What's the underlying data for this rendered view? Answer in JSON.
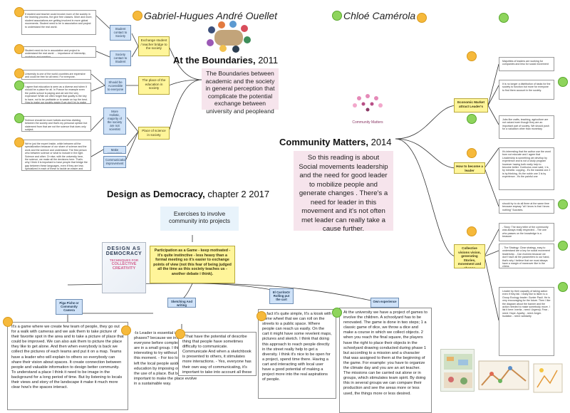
{
  "authors": {
    "author1": "Gabriel-Hugues André Ouellet",
    "author2": "Chloé Camérola"
  },
  "boundaries": {
    "title": "At the Boundaries,",
    "year": "2011",
    "summary": "The Boundaries between academic and the society in general perception that complicate the potential exchange between university and peopleand",
    "nodes": {
      "exchange": "Exchange student / teacher bridge to the society",
      "place_education": "The place of the education in society",
      "place_science": "Place of science in society",
      "make_connection": "Make connection",
      "communication": "Communication improvement"
    },
    "blue": {
      "student_contact": "Student contact to Society",
      "society_contact": "Society contact to Student",
      "accessible": "Should be Accessible to everyone",
      "holistic": "More Holistic, majority of the society are not scientist"
    },
    "notes": {
      "n1": "If student and teacher could involve more of the society in the learning process, the give free classes. More and more, student associations are getting involved in more global movements. Student need to be in association and project to understand the real world.",
      "n2": "Student need do be in association and project to understand the real world → importance of internship, workshop and meeting",
      "n3": "University is one of the world countries are expensive and could be free for all need. For everyone.",
      "n4": "I agree that education is seen as a diverse and when it should be a place for all. In France for example even the public school is paying and we see the very expensive! While we often forget that quality is the key to have, not to be profitable or to waste on top the best. How to make our society easier if we don't try to make it more open to everyone learn?",
      "n5": "Science should be more holistic and less dividing between the society and that's my personal opinion but statement from that are not the science that does only subject.",
      "n6": "We're just the expert inside, while between all the specialization because of our share of science and the work and the science and understand. The first person who between science or what to include in the right. Science and other. Or else; with the university here, the science, we make all the decisions here. That's why I think it is important to have people that bridge the gap between these languages, even if they are less specialized in each of these to tackle an easier and understandable way for the society, the real or a group project that goes often by the time to do and point it in common."
    }
  },
  "community": {
    "title": "Community Matters,",
    "year": "2014",
    "logo_text": "Community Matters",
    "summary": "So this reading is about Social movements leadership and the need for good leader to mobilize people and generate changes . There's a need for leader in this movement and it's not often met leader can really take a cause further.",
    "nodes": {
      "economic": "Economic Market attract Leader's",
      "how_leader": "How to become a leader",
      "collective": "Collective visions vision, generating Stories, movement and change"
    },
    "notes": {
      "c1": "Majorities of leaders are working for companies and less for social movement",
      "c2": "It is no longer a distribution of tasks for the society to function but more for everyone to find them account in the society.",
      "c3": "Jobs like crafts, teaching, agriculture are not valued even though they are an important part of society. We should push for a valuation other than monetary.",
      "c4": "It's interesting that the author use the word born not educate and I agree that Leadership is something we develop by experience and is not a study program however having both really help to become better. Confucius once said; 1 is by mimetic: copying - it's the easiest one 2 is by thinking, it's the noble one 3 is by experience - it's the painful one",
      "c5": "should try to do all three at the same time because anyway \"all I know is that I know nothing\" Socrates.",
      "c6": "- Story: The story teller of the community was always really respected. - The one who passes on the knowledge is a treasure",
      "c7": "- The Strategy: Clear strategy, easy to understand are a key for social movement leadership. - Can evolves because we don't have all the parameters to our hand, that's why I believe that we must always have a margin of maneuver like in the chess.",
      "c8": "Leader by their capacity of taking action even if they fail. I really like to listen to a Group Ecology leader: Gunter Pauli. He is very encouraging for the future. Then I like the diagram about the banner and the action needed to make somebody move. I list it here: Inertia - need: Urgency. Fear - need: Hope. Apathy - need: Anger. Isolation - need: solidarity"
    }
  },
  "democracy": {
    "title": "Design as Democracy,",
    "chapter": "chapter 2 2017",
    "exercises": "Exercises to involve community into projects",
    "center": "Participation as a Game - keep motivated - it's quite instinctive - less heavy than a formal meeting so it's easier to exchange points of view (not this fear of being judged all the time as this society teaches us - another debate i think).",
    "cover": {
      "line1": "DESIGN AS",
      "line2": "DEMOCRACY",
      "line3": "TECHNIQUES FOR",
      "line4": "COLLECTIVE",
      "line5": "CREATIVITY"
    },
    "nodes": {
      "piga": "Piga Piche or Community Camera",
      "sketching": "Sketching And writing",
      "carrito": "El CarritoOr Rolling put the cart",
      "experience": "Own experience"
    },
    "texts": {
      "piga": "It's a game where we create few team of people, they go out for a walk with cameras and we ask them to take picture of their favorite spot in the area and to take a picture of place that could be improved. We can also ask them to picture the place they like to get alone. And then when everybody is back we collect the pictures of each teams and put it on a map. Teams have a leader who will explain to others so everybody can share their vision about spaces. It create connection between people and valuable information to design better community. To understand a place I think it need to be image in the background for a long period of time. But by listening to locals their views and story of the landscape it make it much more clear how's the spaces interact.",
      "leader": "-Is Leader is essential in these phases? because we invest everyone before complexity and we are in a small group. I think it can be interesting to try without a leader at this moment. - For too long we have left the local people aside in education by imposing our vision of the use of a place. But both are important to make the place evolve in a sustainable way.",
      "sketching": "- That have the potential of describe thing that people have sometimes difficulty to communicate. Communicate And when a sketchbook is presented to others, it stimulates more interactions. - Yes, everyone has their own way of communicating, it's important to take into account all these forms",
      "carrito": "In fact it's quite simple, It's a kiosk with some wheel that we can roll on the streets to a public space. Where people can reach us easily. On the cart it might have some revelent maps, pictures and sketch. I think that doing this approach to reach people directly in the street really help to get a diversity. I think it's nice to be open for a project, spend time there. Having a cart and interacting with local user have a good potential of making a project more into the real aspirations of people.",
      "experience": "At the university we have a project of games to involve the children. A schoolyard has to be renovated. The game is done in two steps; 1 a classic game of dice, we throw a dice and make a course in which we collect objects. 2 when you reach the final square, the players have the right to place their objects in the schoolyard drawing conducted during phase 1 but according to a mission and a character that was assigned to them at the beginning of the game. For example: you have to organize the climate day and you are an art teacher. The missions can be carried out alone or in groups, which stimulates team spirit. By doing this in several groups we can compare their production and see the areas more or less used, the things more or less desired."
    }
  },
  "colors": {
    "orange_dot": "#f6b93b",
    "green_dot": "#8ed45c",
    "blue_node": "#cfe2f8",
    "yellow_node": "#fff59a",
    "pink_summary": "#f6e4ec"
  }
}
